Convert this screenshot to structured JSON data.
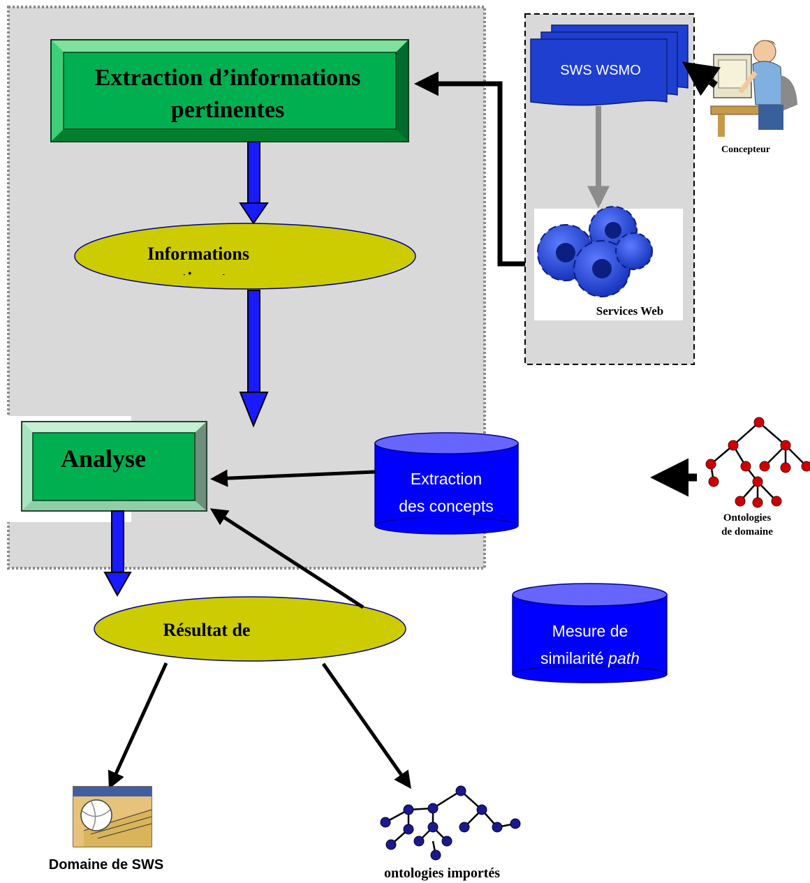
{
  "diagram": {
    "nodes": {
      "extraction_box": {
        "line1": "Extraction d’informations",
        "line2": "pertinentes"
      },
      "informations_ellipse": {
        "label": "Informations",
        "label_clipped": "pertinentes"
      },
      "analyse_box": {
        "label": "Analyse"
      },
      "resultat_ellipse": {
        "label": "Résultat de"
      },
      "sws_wsmo_doc": {
        "label": "SWS WSMO"
      },
      "concepteur": {
        "label": "Concepteur"
      },
      "services_web": {
        "label": "Services Web"
      },
      "extraction_concepts_db": {
        "line1": "Extraction",
        "line2": "des concepts"
      },
      "mesure_db": {
        "line1": "Mesure de",
        "line2_plain": "similarité ",
        "line2_italic": "path"
      },
      "ontologies_domaine": {
        "line1": "Ontologies",
        "line2": "de domaine"
      },
      "domaine_sws": {
        "label": "Domaine de SWS"
      },
      "ontologies_importes": {
        "label": "ontologies importés"
      }
    },
    "colors": {
      "panel_bg": "#d9d9d9",
      "green_box": "#00b050",
      "ellipse_yellow": "#cccc00",
      "db_blue": "#0000ff",
      "db_top": "#6666ff",
      "doc_blue": "#1f3fd0",
      "gear_blue": "#2244cc",
      "arrow_blue": "#1a1aff",
      "tree_node": "#cc0000",
      "tree_node_alt": "#1a1a8c"
    }
  }
}
